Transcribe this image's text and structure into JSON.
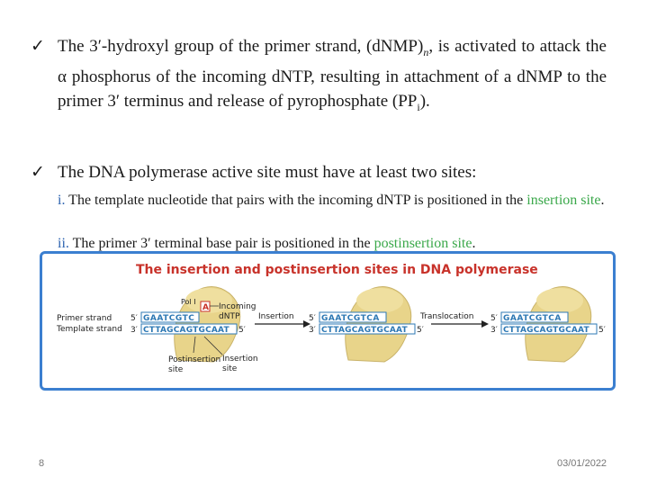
{
  "bullets": [
    {
      "check": "✓",
      "parts": {
        "a": "The 3′-hydroxyl group of the primer strand, (dNMP)",
        "a_sub": "n",
        "b": ", is activated to attack the α phosphorus of the incoming dNTP, resulting in attachment of a dNMP to the primer 3′ terminus and release of pyrophosphate (PP",
        "b_sub": "i",
        "c": ")."
      }
    },
    {
      "check": "✓",
      "text": "The DNA polymerase active site must have at least two sites:"
    }
  ],
  "subitems": [
    {
      "num": "i.",
      "text_a": "The template nucleotide that pairs with the incoming dNTP is positioned in the ",
      "highlight": "insertion site",
      "text_b": "."
    },
    {
      "num": "ii.",
      "text_a": "The primer 3′ terminal base pair is positioned in the ",
      "highlight": "postinsertion site",
      "text_b": "."
    }
  ],
  "figure": {
    "title": "The insertion and postinsertion sites in DNA polymerase",
    "labels": {
      "primer_strand": "Primer strand",
      "template_strand": "Template strand",
      "pol": "Pol I",
      "incoming": "Incoming",
      "dntp": "dNTP",
      "insertion": "Insertion",
      "translocation": "Translocation",
      "postinsertion_1": "Postinsertion",
      "postinsertion_2": "site",
      "insertion_site_1": "Insertion",
      "insertion_site_2": "site",
      "five_prime": "5′",
      "three_prime": "3′",
      "incoming_base": "A"
    },
    "stages": [
      {
        "top": "GAATCGTC",
        "bottom": "CTTAGCAGTGCAAT"
      },
      {
        "top": "GAATCGTCA",
        "bottom": "CTTAGCAGTGCAAT"
      },
      {
        "top": "GAATCGTCA",
        "bottom": "CTTAGCAGTGCAAT"
      }
    ],
    "colors": {
      "title": "#c8322a",
      "border": "#3b7fd0",
      "strand": "#2d78b4",
      "protein": "#e8d48a",
      "base_a": "#c8322a"
    }
  },
  "footer": {
    "page": "8",
    "date": "03/01/2022"
  }
}
